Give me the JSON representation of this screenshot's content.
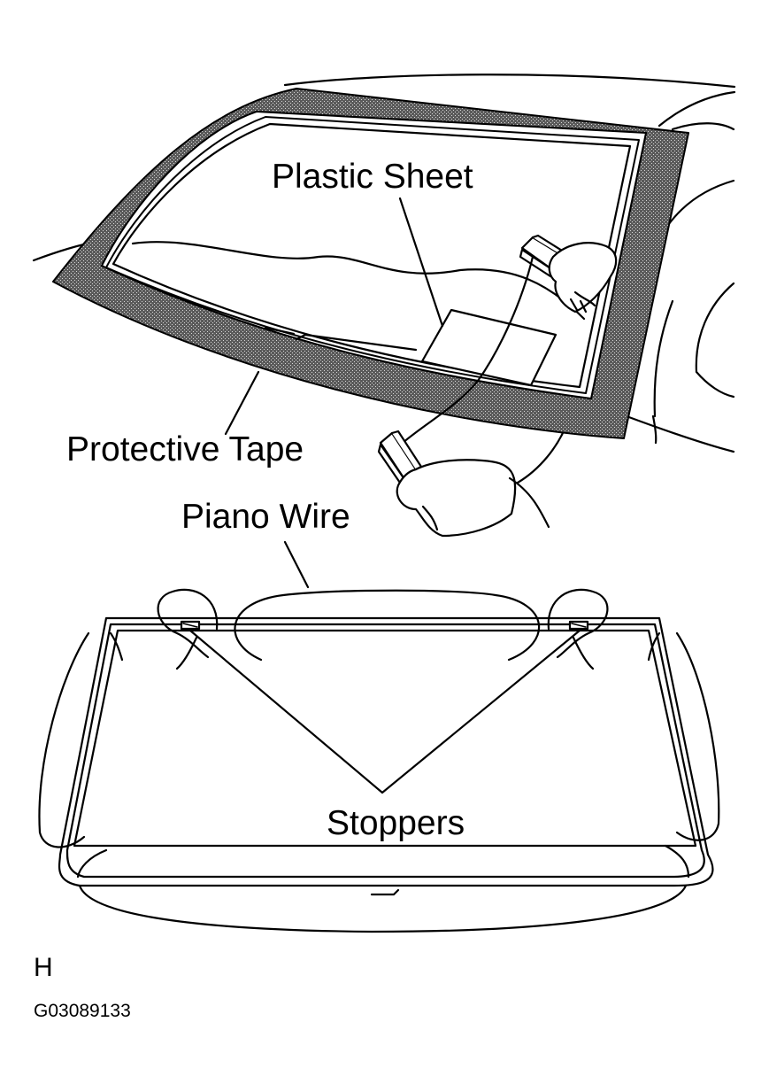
{
  "labels": {
    "plastic_sheet": "Plastic Sheet",
    "protective_tape": "Protective Tape",
    "piano_wire": "Piano Wire",
    "stoppers": "Stoppers"
  },
  "figure": {
    "letter": "H",
    "code": "G03089133"
  }
}
